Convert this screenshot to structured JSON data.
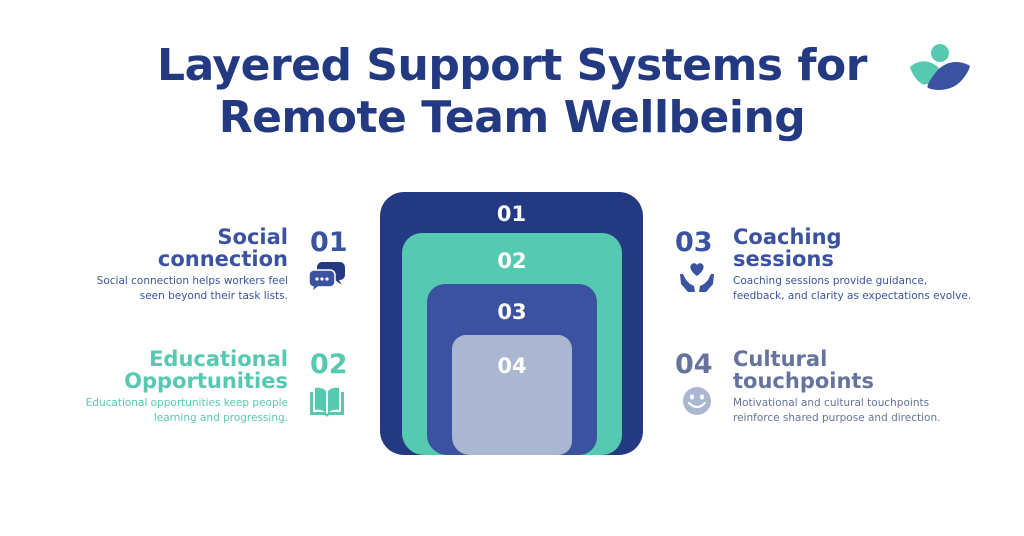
{
  "header": {
    "title_line1": "Layered Support Systems for",
    "title_line2": "Remote Team Wellbeing",
    "logo_icon": "person-leaf-logo-icon"
  },
  "colors": {
    "navy": "#233a82",
    "teal": "#56c9b1",
    "blue": "#3a52a0",
    "lavender": "#abb7d0",
    "slate_text": "#66739d"
  },
  "layers": [
    {
      "number": "01",
      "color": "#233a82"
    },
    {
      "number": "02",
      "color": "#56c9b1"
    },
    {
      "number": "03",
      "color": "#3a52a0"
    },
    {
      "number": "04",
      "color": "#abb7d0"
    }
  ],
  "items": [
    {
      "number": "01",
      "title_line1": "Social",
      "title_line2": "connection",
      "desc_line1": "Social connection helps workers feel",
      "desc_line2": "seen beyond their task lists.",
      "icon": "chat-bubbles-icon",
      "color": "#3a52a0"
    },
    {
      "number": "02",
      "title_line1": "Educational",
      "title_line2": "Opportunities",
      "desc_line1": "Educational opportunities keep people",
      "desc_line2": "learning and progressing.",
      "icon": "open-book-icon",
      "color": "#56c9b1"
    },
    {
      "number": "03",
      "title_line1": "Coaching",
      "title_line2": "sessions",
      "desc_line1": "Coaching sessions provide guidance,",
      "desc_line2": "feedback, and clarity as expectations evolve.",
      "icon": "hands-heart-icon",
      "color": "#3a52a0"
    },
    {
      "number": "04",
      "title_line1": "Cultural",
      "title_line2": "touchpoints",
      "desc_line1": "Motivational and cultural touchpoints",
      "desc_line2": "reinforce shared purpose and direction.",
      "icon": "smiley-face-icon",
      "color": "#66739d"
    }
  ]
}
